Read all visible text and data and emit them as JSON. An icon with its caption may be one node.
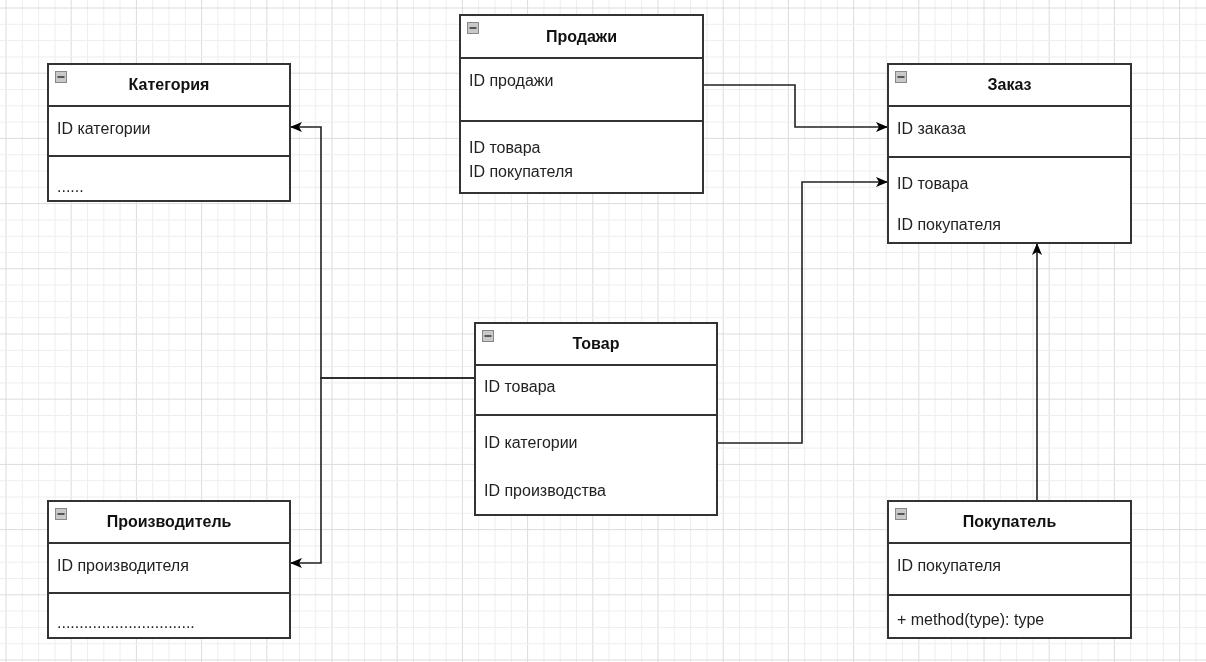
{
  "diagram": {
    "nodes": [
      {
        "text": [
          "Категория",
          "ID категории",
          "......"
        ]
      },
      {
        "text": [
          "Продажи",
          "ID продажи",
          "ID товара",
          "ID покупателя"
        ]
      },
      {
        "text": [
          "Заказ",
          "ID заказа",
          "ID товара",
          "ID покупателя"
        ]
      },
      {
        "text": [
          "Товар",
          "ID товара",
          "ID категории",
          "ID производства"
        ]
      },
      {
        "text": [
          "Производитель",
          "ID производителя",
          "..............................."
        ]
      },
      {
        "text": [
          "Покупатель",
          "ID покупателя",
          "+ method(type): type"
        ]
      }
    ],
    "edges": [
      {
        "from": 3,
        "to": 0,
        "arrow": "to"
      },
      {
        "from": 3,
        "to": 4,
        "arrow": "to"
      },
      {
        "from": 1,
        "to": 2,
        "arrow": "to"
      },
      {
        "from": 3,
        "to": 2,
        "arrow": "to"
      },
      {
        "from": 5,
        "to": 2,
        "arrow": "to"
      }
    ]
  }
}
